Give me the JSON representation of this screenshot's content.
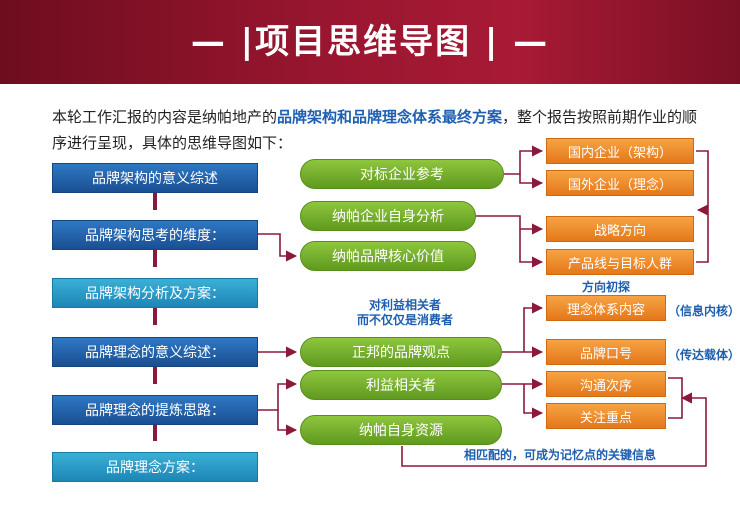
{
  "header": {
    "title": "— |项目思维导图 | —"
  },
  "intro": {
    "before": "本轮工作汇报的内容是纳帕地产的",
    "highlight": "品牌架构和品牌理念体系最终方案",
    "after": "，整个报告按照前期作业的顺序进行呈现，具体的思维导图如下："
  },
  "steps": [
    "品牌架构的意义综述",
    "品牌架构思考的维度：",
    "品牌架构分析及方案：",
    "品牌理念的意义综述：",
    "品牌理念的提炼思路：",
    "品牌理念方案："
  ],
  "middle": [
    "对标企业参考",
    "纳帕企业自身分析",
    "纳帕品牌核心价值",
    "正邦的品牌观点",
    "利益相关者",
    "纳帕自身资源"
  ],
  "right": [
    "国内企业（架构）",
    "国外企业（理念）",
    "战略方向",
    "产品线与目标人群",
    "理念体系内容",
    "品牌口号",
    "沟通次序",
    "关注重点"
  ],
  "notes": {
    "stakeholder_line1": "对利益相关者",
    "stakeholder_line2": "而不仅仅是消费者",
    "direction": "方向初探",
    "info_core": "（信息内核）",
    "carrier": "（传达载体）",
    "bottom": "相匹配的，可成为记忆点的关键信息"
  },
  "colors": {
    "header": "#9a1630",
    "step_blue": "#1a4f92",
    "step_teal": "#1d86b6",
    "middle_green": "#6fa82a",
    "right_orange": "#e3781a",
    "connector": "#8b1a3a",
    "note_blue": "#1f5fb0"
  }
}
